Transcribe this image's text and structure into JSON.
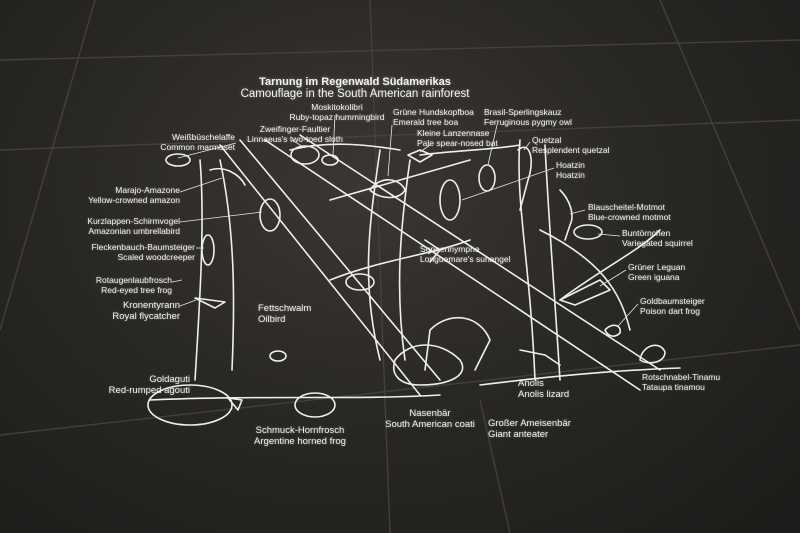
{
  "title": {
    "german": "Tarnung im Regenwald Südamerikas",
    "english": "Camouflage in the South American rainforest"
  },
  "labels": {
    "common_marmoset": {
      "de": "Weißbüschelaffe",
      "en": "Common marmoset"
    },
    "yellow_crowned_amazon": {
      "de": "Marajo-Amazone",
      "en": "Yellow-crowned amazon"
    },
    "amazonian_umbrellabird": {
      "de": "Kurzlappen-Schirmvogel",
      "en": "Amazonian umbrellabird"
    },
    "scaled_woodcreeper": {
      "de": "Fleckenbauch-Baumsteiger",
      "en": "Scaled woodcreeper"
    },
    "red_eyed_tree_frog": {
      "de": "Rotaugenlaubfrosch",
      "en": "Red-eyed tree frog"
    },
    "royal_flycatcher": {
      "de": "Kronentyrann",
      "en": "Royal flycatcher"
    },
    "red_rumped_agouti": {
      "de": "Goldaguti",
      "en": "Red-rumped agouti"
    },
    "argentine_horned_frog": {
      "de": "Schmuck-Hornfrosch",
      "en": "Argentine horned frog"
    },
    "oilbird": {
      "de": "Fettschwalm",
      "en": "Oilbird"
    },
    "south_american_coati": {
      "de": "Nasenbär",
      "en": "South American coati"
    },
    "giant_anteater": {
      "de": "Großer Ameisenbär",
      "en": "Giant anteater"
    },
    "anolis_lizard": {
      "de": "Anolis",
      "en": "Anolis lizard"
    },
    "tataupa_tinamou": {
      "de": "Rotschnabel-Tinamu",
      "en": "Tataupa tinamou"
    },
    "poison_dart_frog": {
      "de": "Goldbaumsteiger",
      "en": "Poison dart frog"
    },
    "green_iguana": {
      "de": "Grüner Leguan",
      "en": "Green iguana"
    },
    "variegated_squirrel": {
      "de": "Buntörnchen",
      "en": "Variegated squirrel"
    },
    "blue_crowned_motmot": {
      "de": "Blauscheitel-Motmot",
      "en": "Blue-crowned motmot"
    },
    "hoatzin": {
      "de": "Hoatzin",
      "en": "Hoatzin"
    },
    "resplendent_quetzal": {
      "de": "Quetzal",
      "en": "Resplendent quetzal"
    },
    "ferruginous_pygmy_owl": {
      "de": "Brasil-Sperlingskauz",
      "en": "Ferruginous pygmy owl"
    },
    "pale_spear_nosed_bat": {
      "de": "Kleine Lanzennase",
      "en": "Pale spear-nosed bat"
    },
    "emerald_tree_boa": {
      "de": "Grüne Hundskopfboa",
      "en": "Emerald tree boa"
    },
    "ruby_topaz_hummingbird": {
      "de": "Moskitokolibri",
      "en": "Ruby-topaz hummingbird"
    },
    "two_toed_sloth": {
      "de": "Zweifinger-Faultier",
      "en": "Linnaeus's two-toed sloth"
    },
    "longuemare_sunangel": {
      "de": "Sonnennymphe",
      "en": "Longuemare's sunangel"
    }
  },
  "colors": {
    "floor": "#2a2825",
    "line_art": "#f2f2ee",
    "tile_joint": "#4a4741"
  }
}
